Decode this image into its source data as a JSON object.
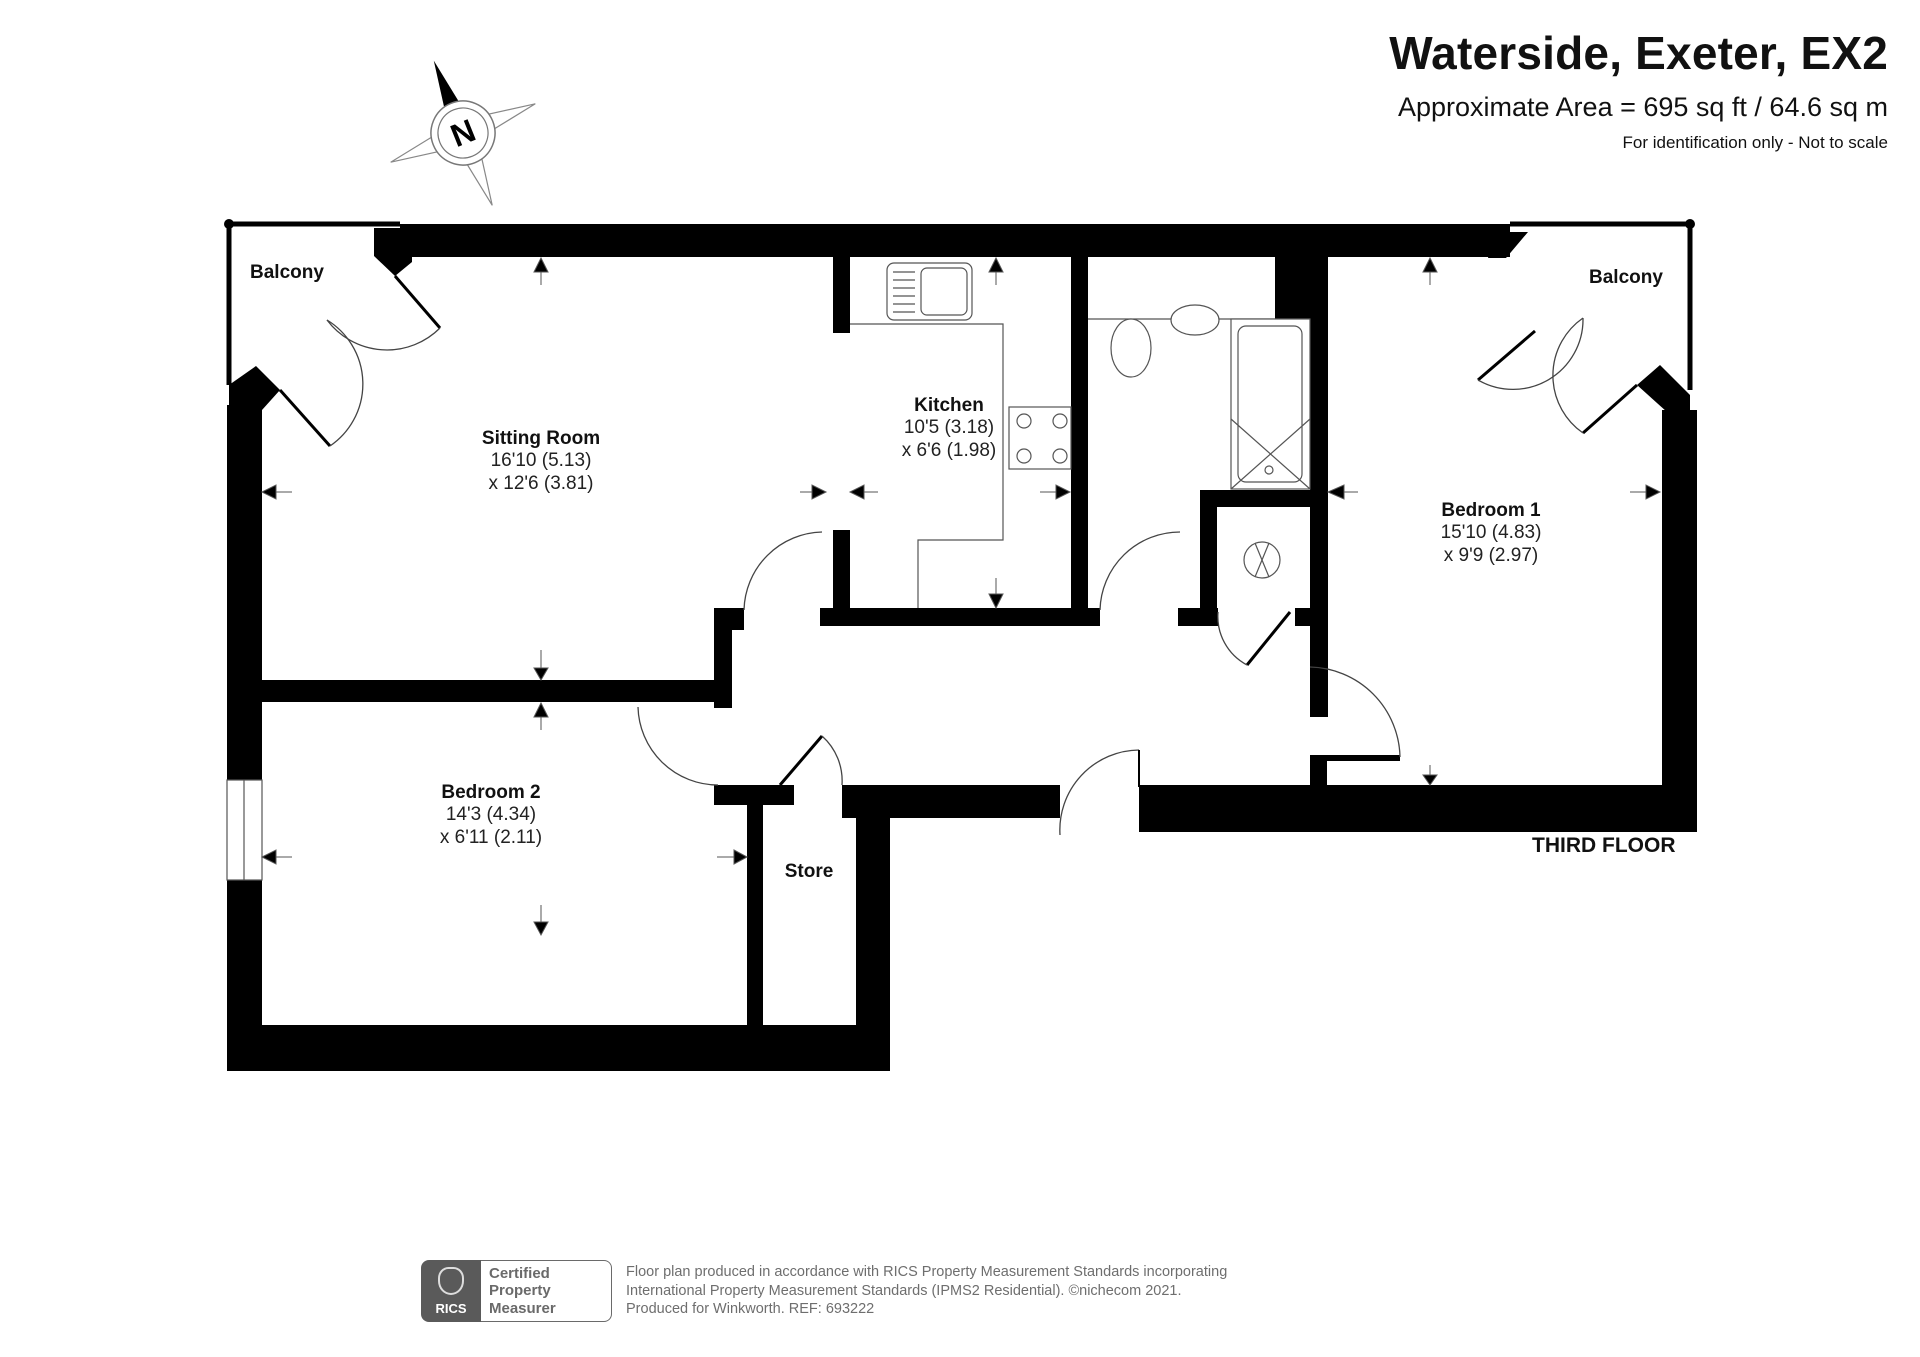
{
  "header": {
    "title": "Waterside, Exeter, EX2",
    "area": "Approximate Area = 695 sq ft / 64.6 sq m",
    "note": "For identification only - Not to scale"
  },
  "compass": {
    "label": "N",
    "icon": "north-compass-icon"
  },
  "floor_label": "THIRD FLOOR",
  "rooms": [
    {
      "name": "Balcony",
      "position": "left"
    },
    {
      "name": "Sitting Room",
      "dim1": "16'10 (5.13)",
      "dim2": "x 12'6 (3.81)"
    },
    {
      "name": "Kitchen",
      "dim1": "10'5 (3.18)",
      "dim2": "x 6'6 (1.98)"
    },
    {
      "name": "Bedroom 1",
      "dim1": "15'10 (4.83)",
      "dim2": "x 9'9 (2.97)"
    },
    {
      "name": "Balcony",
      "position": "right"
    },
    {
      "name": "Bedroom 2",
      "dim1": "14'3 (4.34)",
      "dim2": "x 6'11 (2.11)"
    },
    {
      "name": "Store"
    }
  ],
  "footer": {
    "badge_brand": "RICS",
    "badge_lines": [
      "Certified",
      "Property",
      "Measurer"
    ],
    "lines": [
      "Floor plan produced in accordance with RICS Property Measurement Standards incorporating",
      "International Property Measurement Standards (IPMS2 Residential).   ©nichecom 2021.",
      "Produced for Winkworth.   REF: 693222"
    ]
  }
}
